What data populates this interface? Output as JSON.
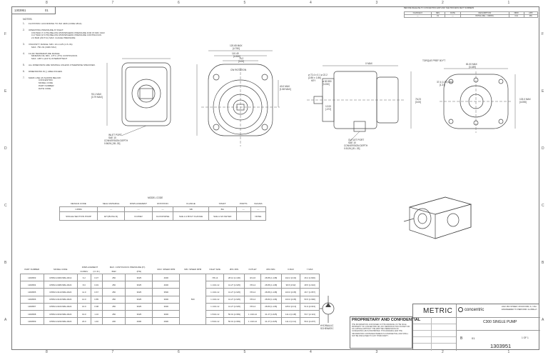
{
  "header": {
    "part_number": "1303951",
    "revision": "01"
  },
  "zones": {
    "columns": [
      "8",
      "7",
      "6",
      "5",
      "4",
      "3",
      "2",
      "1"
    ],
    "rows": [
      "F",
      "E",
      "D",
      "C",
      "B",
      "A"
    ]
  },
  "notes": {
    "title": "NOTES:",
    "items": [
      {
        "n": "1.",
        "lines": [
          "FLOTATION: ACCORDING TO ISO 4406 (CODE 18/14)"
        ]
      },
      {
        "n": "2.",
        "lines": [
          "OPERATING PRESSURE AT INLET:",
          "0.50 BAR (7.3 PSI) BELOW ATMOSPHERIC PRESSURE FOR 15 MIN. MAX",
          "0.17 BAR (2.5 PSI) BELOW ATMOSPHERIC PRESSURE CONTINUOUS",
          "2.0 BAR (29 P.S.I) MAX. GUAGE PRESSURE"
        ]
      },
      {
        "n": "3.",
        "lines": [
          "VISCOSITY RANGE: MIN. 10 mm²/S (1.5 cSt)",
          "MAX. 750 cSt (3469 SSU)"
        ]
      },
      {
        "n": "4.",
        "lines": [
          "FLUID TEMPERATURE RANGE:",
          "MINIMUM OIL MIN. -15°C (-5°F) CONTINUOUS",
          "MAX. 105°C (221°F) INTERMITTENT"
        ]
      },
      {
        "n": "5.",
        "lines": [
          "ALL DIMENSION ARE NOMINAL UNLESS OTHERWISE SPECIFIED."
        ]
      },
      {
        "n": "6.",
        "lines": [
          "DIMENSIONS IN [ ] AREA INCHES"
        ]
      },
      {
        "n": "7.",
        "lines": [
          "MARK LINE AS SHOWN BELOW:",
          "CONCENTRIC",
          "MODEL CODE",
          "PART NUMBER",
          "DATE CODE"
        ]
      }
    ]
  },
  "revision_block": {
    "note": "BEFORE RELEASE TO CONCENTRIC ERP AND THE PROCESS NEXT NUMBERS",
    "headers": [
      "CHANGE #",
      "REV",
      "DATE",
      "DESCRIPTION",
      "DRW",
      "APR"
    ],
    "row": [
      "---",
      "01",
      "---",
      "INITIAL REL. / DRWG.",
      "CONCENTRIC",
      "C/H",
      "MG"
    ]
  },
  "views": {
    "front": {
      "rotation": "CW ROTATION",
      "dims": [
        "120.65 MAX",
        "[4.750]",
        "110.49",
        "[4.350]",
        "76.2",
        "[3.00]",
        "93.1 MAX",
        "[3.79 MAX]",
        "40.0 MAX",
        "[1.58 MAX]"
      ],
      "inlet": [
        "INLET PORT",
        "SAE 10",
        "CONVERSION DEPTH",
        "0.5626 [.38-.33]"
      ]
    },
    "side": {
      "dims": [
        "ø 72.4 ± 0.1 ø 22.2",
        "[2.85 ± 1.86]",
        "KEY",
        "X MAX",
        "ø 82.550",
        "[3.250]",
        "TORQUE PREF 50 FT",
        "12.00",
        "[.472]",
        "76.23",
        "[3.00]"
      ],
      "outlet": [
        "OUTLET PORT",
        "SAE 10",
        "CONVERSION DEPTH",
        "0.5126 [.81-.33]"
      ]
    },
    "rear": {
      "dims": [
        "81.00 MAX",
        "[3.189]",
        "37.4 (1.50) MAX",
        "[1.47]",
        "103.0 MAX",
        "[4.055]"
      ]
    }
  },
  "model_code": {
    "title": "MODEL CODE",
    "headers": [
      "DESIGN CODE",
      "SEAL MATERIAL",
      "DISPLACEMENT",
      "ROTATION",
      "FLANGE",
      "SHAFT",
      "PORTS",
      "VALVES"
    ],
    "keys": [
      "CPRM",
      "—",
      "—",
      "—",
      "SB",
      "BA",
      "—",
      "—"
    ],
    "values": [
      "SINGLE SECTION PUMP",
      "EH (BUNA-N)",
      "CC/REV",
      "CLOCKWISE",
      "SAE A 2 BOLT FLANGE",
      "SAE A 3/4 KEYED",
      "",
      "NONE"
    ]
  },
  "parts_table": {
    "headers": [
      "PART NUMBER",
      "MODEL CODE",
      "DISPLACEMENT",
      "MAX. CONTINUOUS PRESSURE (P¹)",
      "MAX. SPEED RPM",
      "MIN. SPEED RPM",
      "INLET SIZE",
      "ØX1 MIN.",
      "OUTLET",
      "ØX2 MIN.",
      "X MAX",
      "Y MAX"
    ],
    "subheaders": [
      "CC/REV",
      "(C.I.R.)",
      "BAR",
      "(PSI)"
    ],
    "min_speed": "500",
    "rows": [
      [
        "1303953",
        "CPRM-1306CSBA-0014",
        "6.2",
        "0.37",
        "250",
        "3625",
        "4000",
        "7/8-14",
        "28.12 [1.106]",
        "3/4-16",
        "28.86 [1.138]",
        "102.2 [4.02]",
        "46.2 [1.820]"
      ],
      [
        "1303954",
        "CPRM-1308CSBA-0024",
        "8.0",
        "0.49",
        "250",
        "3625",
        "4000",
        "1 1/16-12",
        "41.27 [1.625]",
        "7/8-14",
        "28.86 [1.138]",
        "99.5 [3.92]",
        "48.5 [1.910]"
      ],
      [
        "1303955",
        "CPRM-1311CSBA-0024",
        "11.0",
        "0.67",
        "250",
        "3625",
        "3500",
        "1 1/16-12",
        "41.27 [1.625]",
        "7/8-14",
        "28.86 [1.138]",
        "103.0 [4.05]",
        "49.7 [1.957]"
      ],
      [
        "1303956",
        "CPRM-1314CSBA-0024",
        "14.0",
        "0.85",
        "250",
        "3625",
        "3000",
        "1 1/16-12",
        "41.27 [1.625]",
        "7/8-14",
        "28.83 [1.136]",
        "103.0 [4.05]",
        "50.5 [1.990]"
      ],
      [
        "1303957",
        "CPRM-1316CSBA-0024",
        "16.0",
        "0.98",
        "250",
        "3625",
        "3000",
        "1 1/16-12",
        "41.27 [1.625]",
        "7/8-14",
        "28.83 [1.136]",
        "105.0 [4.13]",
        "51.9 [2.043]"
      ],
      [
        "1303958",
        "CPRM-1319CSBA-0024",
        "19.0",
        "1.16",
        "250",
        "3625",
        "3000",
        "1 5/16-12",
        "50.01 [1.969]",
        "1 1/16-12",
        "41.27 [1.625]",
        "111.2 [4.38]",
        "53.7 [2.113]"
      ],
      [
        "1303959",
        "CPRM-1323CSBA-0024",
        "23.0",
        "1.40",
        "200",
        "2900",
        "2900",
        "1 5/16-12",
        "50.01 [1.969]",
        "1 1/16-12",
        "41.27 [1.625]",
        "111.2 [4.41]",
        "56.0 [2.207]"
      ]
    ]
  },
  "schematic_label": [
    "HYDRAULIC",
    "SCHEMATIC"
  ],
  "proprietary": {
    "title": "PROPRIETARY AND CONFIDENTIAL",
    "text": "THE INFORMATION CONTAINED IN THIS DRAWING IS THE SOLE PROPERTY OF CONCENTRIC AB. ANY REPRODUCTION IN PART OR AS A WHOLE WITHOUT THE WRITTEN PERMISSION OF CONCENTRIC AB IS PROHIBITED. THIS DRAWING AND THE INFORMATION CONTAINED HEREIN IS CONFIDENTIAL AND SHALL NOT BE DISCLOSED TO ANY THIRD PARTY."
  },
  "title_block": {
    "units": "METRIC",
    "company": "concentric",
    "address": [
      "2222 15th STREET, ROCKFORD, IL, USA",
      "ENGINEERED TO PERFORM. GLOBALLY"
    ],
    "title": "C300 SINGLE PUMP",
    "part_number": "1303951",
    "size": "B",
    "sheet": "1 OF 1",
    "rev": "01"
  }
}
